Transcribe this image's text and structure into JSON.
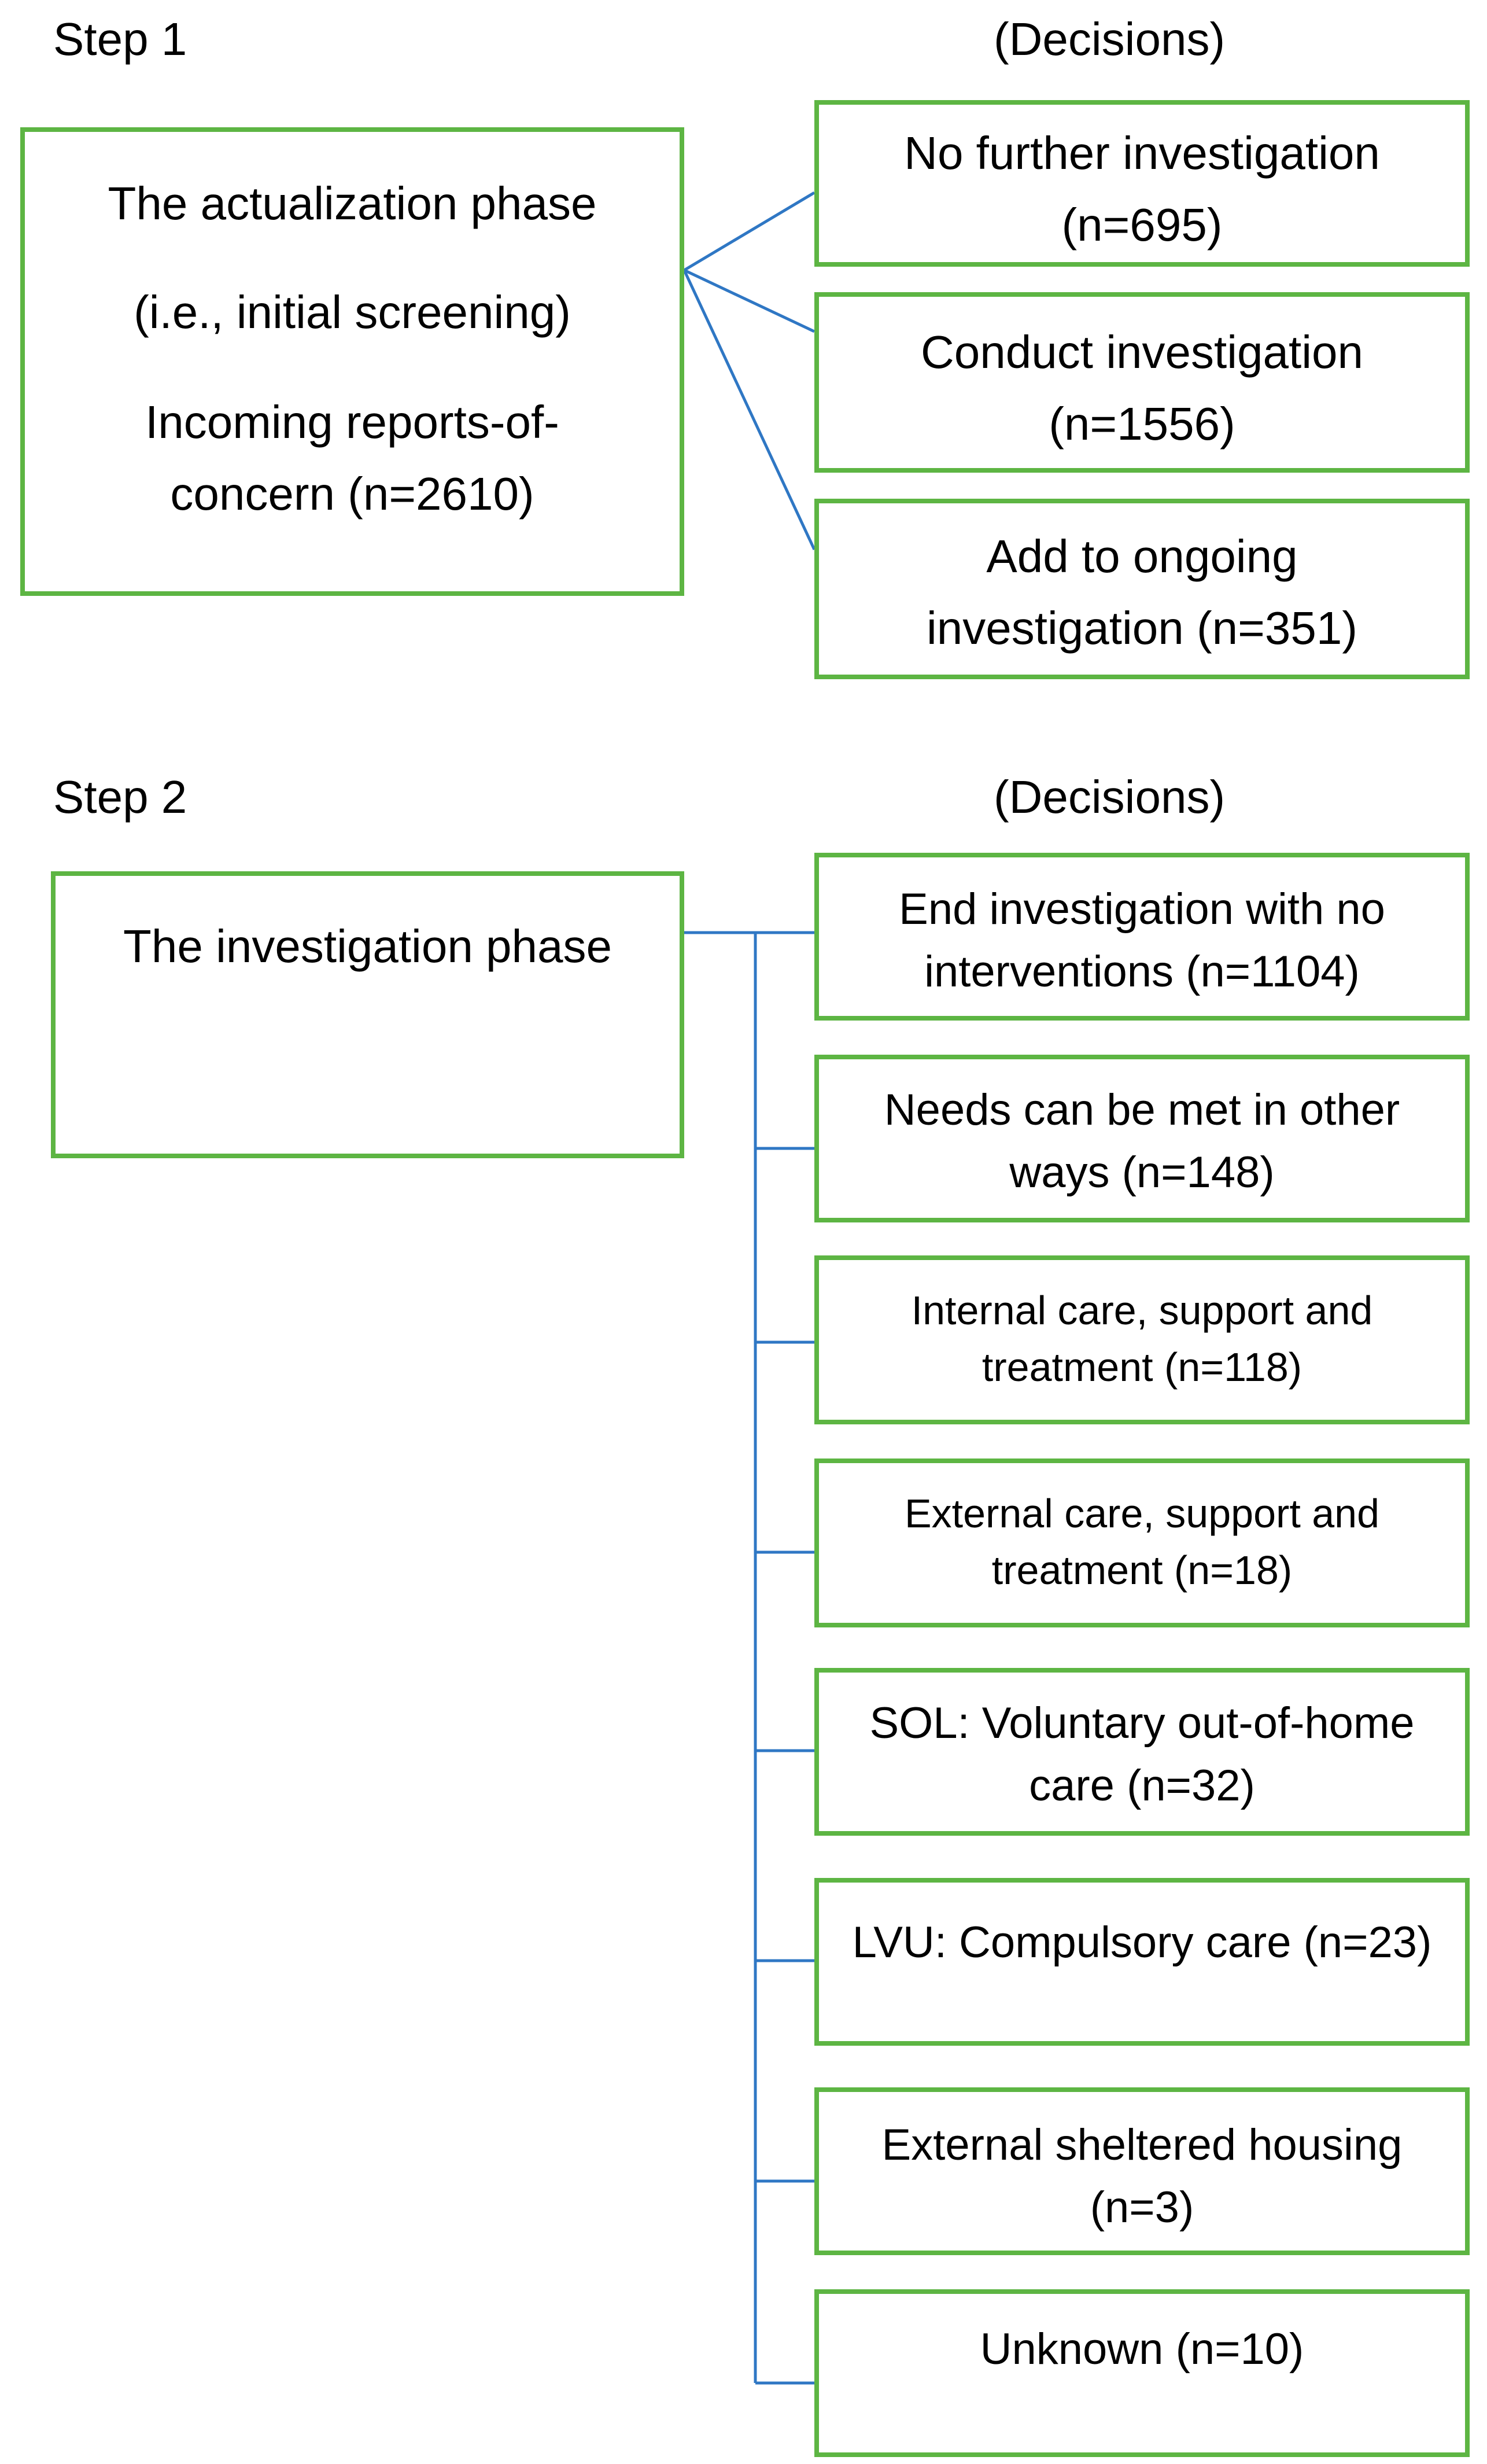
{
  "step1": {
    "title": "Step 1",
    "decisions_label": "(Decisions)",
    "phase": {
      "lines": [
        "The actualization phase",
        "(i.e., initial screening)",
        "Incoming reports-of-",
        "concern (n=2610)"
      ]
    },
    "decisions": [
      {
        "line1": "No further investigation",
        "line2": "(n=695)"
      },
      {
        "line1": "Conduct investigation",
        "line2": "(n=1556)"
      },
      {
        "line1": "Add to ongoing",
        "line2": "investigation (n=351)"
      }
    ]
  },
  "step2": {
    "title": "Step 2",
    "decisions_label": "(Decisions)",
    "phase": {
      "title": "The investigation phase"
    },
    "decisions": [
      {
        "line1": "End investigation with no",
        "line2": "interventions (n=1104)"
      },
      {
        "line1": "Needs can be met in other",
        "line2": "ways (n=148)"
      },
      {
        "line1": "Internal care, support and",
        "line2": "treatment (n=118)"
      },
      {
        "line1": "External care, support and",
        "line2": "treatment (n=18)"
      },
      {
        "line1": "SOL: Voluntary out-of-home",
        "line2": "care (n=32)"
      },
      {
        "line1": "LVU: Compulsory care (n=23)",
        "line2": ""
      },
      {
        "line1": "External sheltered housing",
        "line2": "(n=3)"
      },
      {
        "line1": "Unknown (n=10)",
        "line2": ""
      }
    ]
  },
  "colors": {
    "box_border": "#5db543",
    "connector": "#2f77c4",
    "text": "#000000"
  }
}
